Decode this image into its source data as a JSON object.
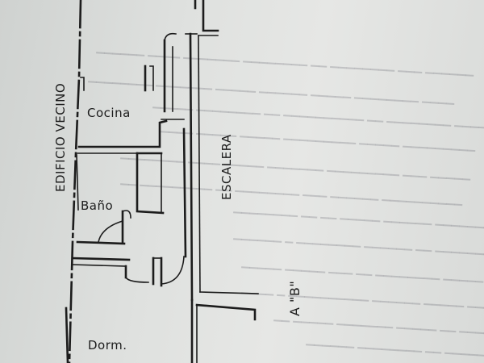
{
  "labels": {
    "vecino": "EDIFICIO VECINO",
    "escalera": "ESCALERA",
    "cocina": "Cocina",
    "bano": "Baño",
    "dorm": "Dorm.",
    "bloque": "A \"B\""
  },
  "colors": {
    "ink": "#1c1c1c",
    "paper": "#e2e3e1"
  }
}
